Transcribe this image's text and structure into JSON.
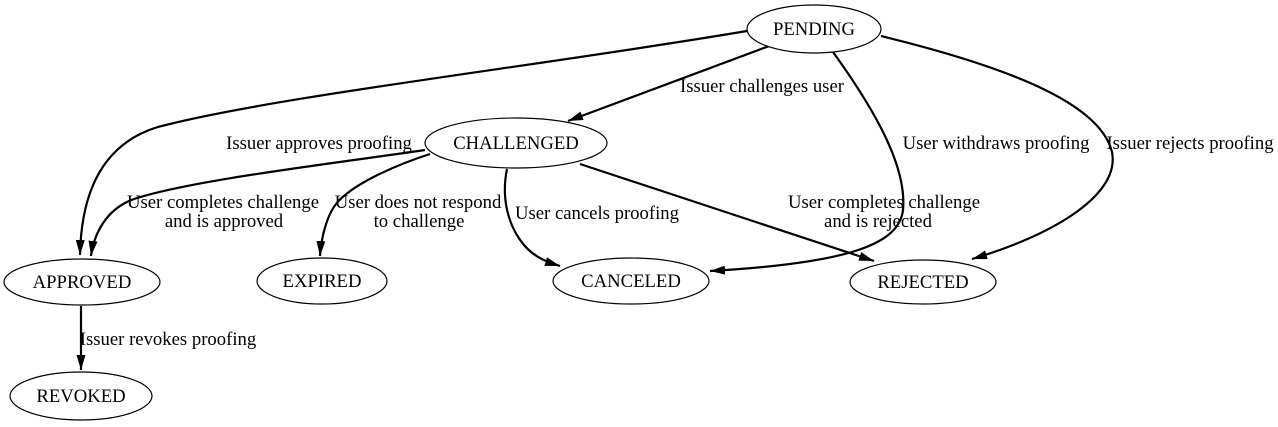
{
  "diagram": {
    "title": "proofing state machine",
    "colors": {
      "background": "#ffffff",
      "ink": "#000000"
    },
    "nodes": {
      "pending": {
        "label": "PENDING"
      },
      "challenged": {
        "label": "CHALLENGED"
      },
      "approved": {
        "label": "APPROVED"
      },
      "expired": {
        "label": "EXPIRED"
      },
      "canceled": {
        "label": "CANCELED"
      },
      "rejected": {
        "label": "REJECTED"
      },
      "revoked": {
        "label": "REVOKED"
      }
    },
    "edges": {
      "pending_challenged": {
        "from": "PENDING",
        "to": "CHALLENGED",
        "label": "Issuer challenges user"
      },
      "pending_approved": {
        "from": "PENDING",
        "to": "APPROVED",
        "label": "Issuer approves proofing"
      },
      "pending_canceled": {
        "from": "PENDING",
        "to": "CANCELED",
        "label": "User withdraws proofing"
      },
      "pending_rejected": {
        "from": "PENDING",
        "to": "REJECTED",
        "label": "Issuer rejects proofing"
      },
      "challenged_approved": {
        "from": "CHALLENGED",
        "to": "APPROVED",
        "label_line1": "User completes challenge",
        "label_line2": "and is approved"
      },
      "challenged_expired": {
        "from": "CHALLENGED",
        "to": "EXPIRED",
        "label_line1": "User does not respond",
        "label_line2": "to challenge"
      },
      "challenged_canceled": {
        "from": "CHALLENGED",
        "to": "CANCELED",
        "label": "User cancels proofing"
      },
      "challenged_rejected": {
        "from": "CHALLENGED",
        "to": "REJECTED",
        "label_line1": "User completes challenge",
        "label_line2": "and is rejected"
      },
      "approved_revoked": {
        "from": "APPROVED",
        "to": "REVOKED",
        "label": "Issuer revokes proofing"
      }
    }
  }
}
